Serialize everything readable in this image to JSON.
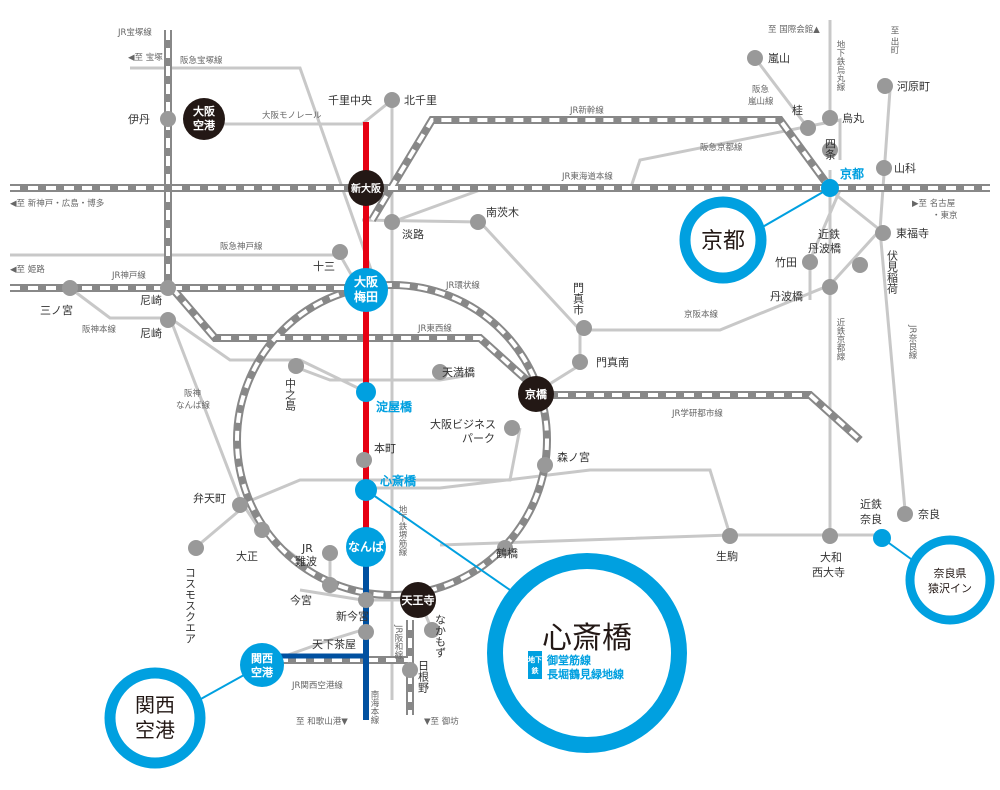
{
  "colors": {
    "accent": "#00a0e0",
    "midosuji": "#e60012",
    "nankai": "#0050a0",
    "gray": "#999999",
    "dark": "#231815"
  },
  "lines": {
    "jr_takarazuka": "JR宝塚線",
    "hankyu_takarazuka": "阪急宝塚線",
    "osaka_monorail": "大阪モノレール",
    "jr_shinkansen": "JR新幹線",
    "hankyu_kyoto": "阪急京都線",
    "jr_tokaido": "JR東海道本線",
    "hankyu_kobe": "阪急神戸線",
    "jr_kobe": "JR神戸線",
    "hanshin_honsen": "阪神本線",
    "jr_loop": "JR環状線",
    "jr_tozai": "JR東西線",
    "keihan": "京阪本線",
    "jr_gakkentoshi": "JR学研都市線",
    "hanshin_namba": "阪神\nなんば線",
    "subway_sakaisuji": "地下鉄堺筋線",
    "hankyu_arashiyama": "阪急\n嵐山線",
    "subway_karasuma": "地下鉄烏丸線",
    "kintetsu_kyoto": "近鉄京都線",
    "jr_nara": "JR奈良線",
    "jr_hanwa": "JR阪和線",
    "nankai_honsen": "南海本線",
    "jr_kansai_airport": "JR関西空港線"
  },
  "directions": {
    "takarazuka": "◀至 宝塚",
    "kokusai": "至 国際会館▲",
    "demachi": "至\n出町",
    "kobe": "◀至 新神戸・広島・博多",
    "nagoya": "▶至 名古屋\n・東京",
    "himeji": "◀至 姫路",
    "wakayama": "至 和歌山港▼",
    "gobo": "▼至 御坊"
  },
  "stations": {
    "itami": "伊丹",
    "senri_chuo": "千里中央",
    "kita_senri": "北千里",
    "arashiyama": "嵐山",
    "katsura": "桂",
    "karasuma": "烏丸",
    "kawaramachi": "河原町",
    "shijo": "四条",
    "shin_osaka": "新大阪",
    "yamashina": "山科",
    "kyoto": "京都",
    "minami_ibaraki": "南茨木",
    "awaji": "淡路",
    "juso": "十三",
    "tofukuji": "東福寺",
    "takeda": "竹田",
    "kintetsu_tambabashi": "近鉄\n丹波橋",
    "fushimi_inari": "伏見稲荷",
    "tambabashi": "丹波橋",
    "sannomiya": "三ノ宮",
    "amagasaki_jr": "尼崎",
    "amagasaki_hanshin": "尼崎",
    "osaka_umeda": "大阪\n梅田",
    "kadoma": "門真市",
    "nakanoshima": "中之島",
    "temmabashi": "天満橋",
    "kyobashi": "京橋",
    "kadoma_minami": "門真南",
    "yodoyabashi": "淀屋橋",
    "obp": "大阪ビジネス\nパーク",
    "hommachi": "本町",
    "morinomiya": "森ノ宮",
    "shinsaibashi": "心斎橋",
    "bentencho": "弁天町",
    "taisho": "大正",
    "jr_namba": "JR\n難波",
    "namba": "なんば",
    "tsuruhashi": "鶴橋",
    "ikoma": "生駒",
    "yamato_saidaiji": "大和\n西大寺",
    "kintetsu_nara": "近鉄\n奈良",
    "nara": "奈良",
    "cosmo_square": "コスモスクエア",
    "imamiya": "今宮",
    "shin_imamiya": "新今宮",
    "tennoji": "天王寺",
    "nakamozu": "なかもず",
    "tengachaya": "天下茶屋",
    "hineno": "日根野",
    "kanku_station": "関西\n空港"
  },
  "callouts": {
    "kyoto": "京都",
    "nara_hotel": "奈良県\n猿沢イン",
    "kanku": "関西\n空港",
    "osaka_airport": "大阪\n空港",
    "shinsaibashi_title": "心斎橋",
    "subway_tag": "地下\n鉄",
    "shinsaibashi_line1": "御堂筋線",
    "shinsaibashi_line2": "長堀鶴見緑地線"
  }
}
